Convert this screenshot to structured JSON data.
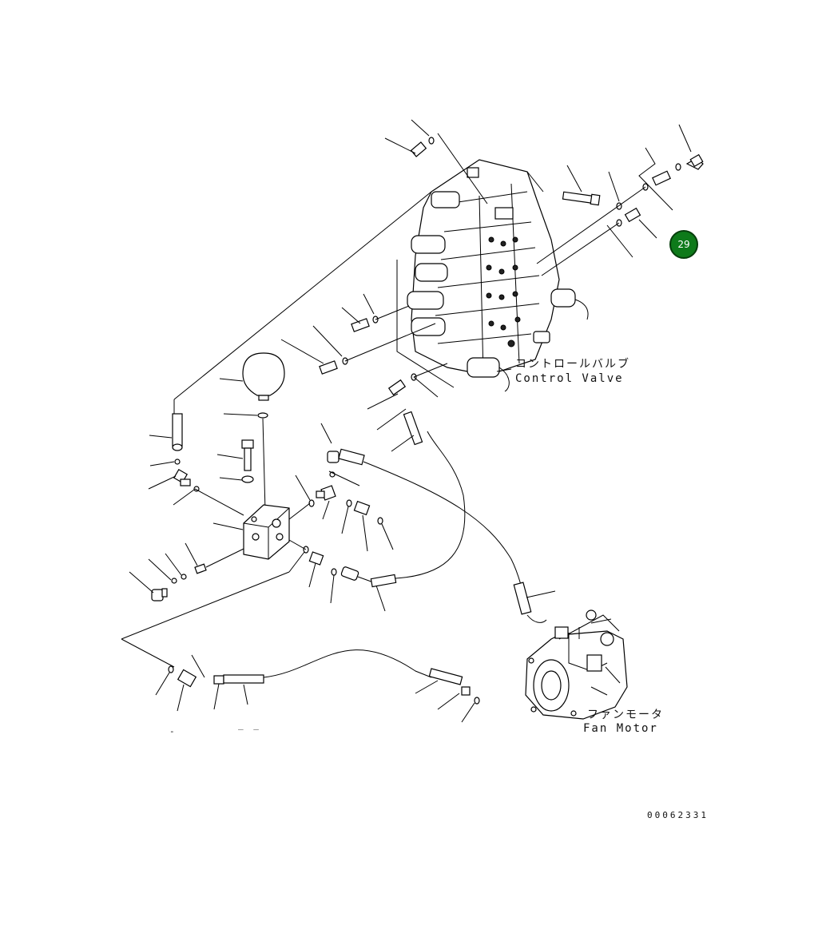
{
  "labels": {
    "control_valve_jp": "コントロールバルブ",
    "control_valve_en": "Control Valve",
    "fan_motor_jp": "ファンモータ",
    "fan_motor_en": "Fan Motor",
    "drawing_number": "00062331",
    "callout_badge": "29",
    "stray_mark_1": "-",
    "stray_mark_2": "_ _"
  },
  "colors": {
    "badge_fill": "#0e7a1a",
    "line_color": "#000000",
    "background": "#ffffff"
  }
}
